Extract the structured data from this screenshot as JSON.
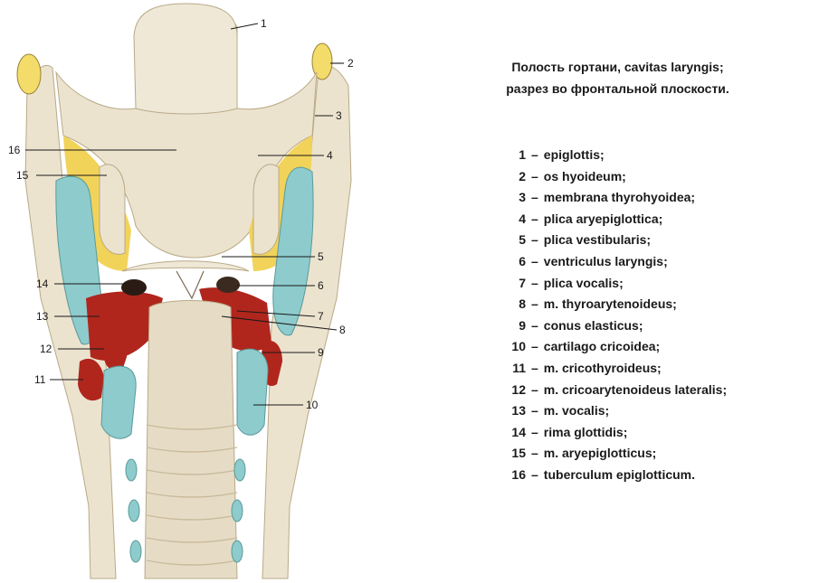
{
  "caption": {
    "line1": "Полость гортани, cavitas laryngis;",
    "line2": "разрез во фронтальной плоскости."
  },
  "legend": [
    {
      "num": "1",
      "term": "epiglottis;"
    },
    {
      "num": "2",
      "term": "os hyoideum;"
    },
    {
      "num": "3",
      "term": "membrana thyrohyoidea;"
    },
    {
      "num": "4",
      "term": "plica aryepiglottica;"
    },
    {
      "num": "5",
      "term": "plica vestibularis;"
    },
    {
      "num": "6",
      "term": "ventriculus laryngis;"
    },
    {
      "num": "7",
      "term": "plica vocalis;"
    },
    {
      "num": "8",
      "term": "m. thyroarytenoideus;"
    },
    {
      "num": "9",
      "term": "conus elasticus;"
    },
    {
      "num": "10",
      "term": "cartilago cricoidea;"
    },
    {
      "num": "11",
      "term": "m. cricothyroideus;"
    },
    {
      "num": "12",
      "term": "m. cricoarytenoideus lateralis;"
    },
    {
      "num": "13",
      "term": "m. vocalis;"
    },
    {
      "num": "14",
      "term": "rima glottidis;"
    },
    {
      "num": "15",
      "term": "m. aryepiglotticus;"
    },
    {
      "num": "16",
      "term": "tuberculum epiglotticum."
    }
  ],
  "dash": "–",
  "colors": {
    "mucosa": "#ece3cf",
    "mucosa_shade": "#cdbfa2",
    "fat": "#f1d35a",
    "muscle": "#b0261d",
    "cartilage": "#8ecbcc",
    "bone": "#f3dc6a"
  }
}
